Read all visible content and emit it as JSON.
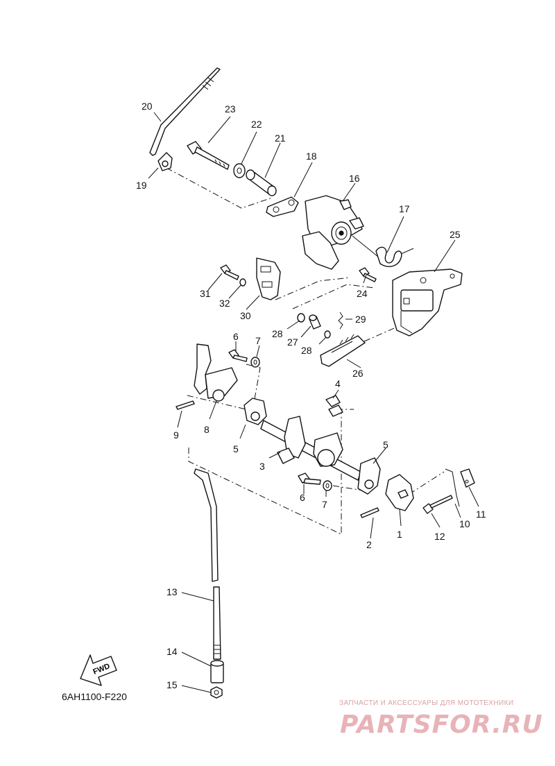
{
  "diagram": {
    "drawing_code": "6AH1100-F220",
    "fwd_label": "FWD",
    "callouts": [
      {
        "id": "c1",
        "label": "1"
      },
      {
        "id": "c2",
        "label": "2"
      },
      {
        "id": "c3",
        "label": "3"
      },
      {
        "id": "c4",
        "label": "4"
      },
      {
        "id": "c5a",
        "label": "5"
      },
      {
        "id": "c5b",
        "label": "5"
      },
      {
        "id": "c5c",
        "label": "5"
      },
      {
        "id": "c6a",
        "label": "6"
      },
      {
        "id": "c6b",
        "label": "6"
      },
      {
        "id": "c7a",
        "label": "7"
      },
      {
        "id": "c7b",
        "label": "7"
      },
      {
        "id": "c8",
        "label": "8"
      },
      {
        "id": "c9",
        "label": "9"
      },
      {
        "id": "c10",
        "label": "10"
      },
      {
        "id": "c11",
        "label": "11"
      },
      {
        "id": "c12",
        "label": "12"
      },
      {
        "id": "c13",
        "label": "13"
      },
      {
        "id": "c14",
        "label": "14"
      },
      {
        "id": "c15",
        "label": "15"
      },
      {
        "id": "c16",
        "label": "16"
      },
      {
        "id": "c17",
        "label": "17"
      },
      {
        "id": "c18",
        "label": "18"
      },
      {
        "id": "c19",
        "label": "19"
      },
      {
        "id": "c20",
        "label": "20"
      },
      {
        "id": "c21",
        "label": "21"
      },
      {
        "id": "c22",
        "label": "22"
      },
      {
        "id": "c23",
        "label": "23"
      },
      {
        "id": "c24",
        "label": "24"
      },
      {
        "id": "c25",
        "label": "25"
      },
      {
        "id": "c26",
        "label": "26"
      },
      {
        "id": "c27",
        "label": "27"
      },
      {
        "id": "c28a",
        "label": "28"
      },
      {
        "id": "c28b",
        "label": "28"
      },
      {
        "id": "c29",
        "label": "29"
      },
      {
        "id": "c30",
        "label": "30"
      },
      {
        "id": "c31",
        "label": "31"
      },
      {
        "id": "c32",
        "label": "32"
      }
    ]
  },
  "watermark": {
    "tagline": "ЗАПЧАСТИ И АКСЕССУАРЫ ДЛЯ МОТОТЕХНИКИ",
    "logo": "PARTSFOR.RU",
    "color": "#e8b3b8"
  }
}
